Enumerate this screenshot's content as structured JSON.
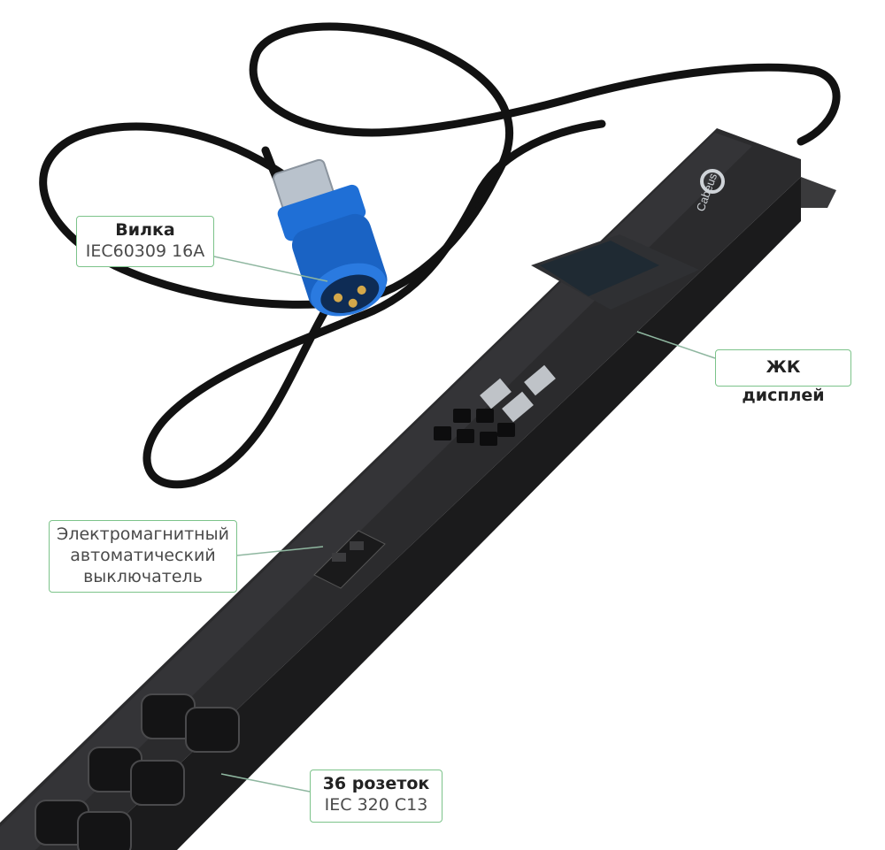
{
  "brand": {
    "logo_text": "Cabeus"
  },
  "callouts": {
    "plug": {
      "title": "Вилка",
      "subtitle": "IEC60309 16A"
    },
    "lcd": {
      "title": "ЖК дисплей"
    },
    "breaker": {
      "lines": [
        "Электромагнитный",
        "автоматический",
        "выключатель"
      ]
    },
    "outlets": {
      "title": "36 розеток",
      "subtitle": "IEC 320 C13"
    }
  },
  "colors": {
    "pdu_body": "#2b2b2d",
    "cable": "#111111",
    "plug_blue": "#1f6fd6",
    "plug_gray": "#b9c2cc",
    "callout_border": "#7cc38a",
    "screen": "#1f2a33"
  }
}
